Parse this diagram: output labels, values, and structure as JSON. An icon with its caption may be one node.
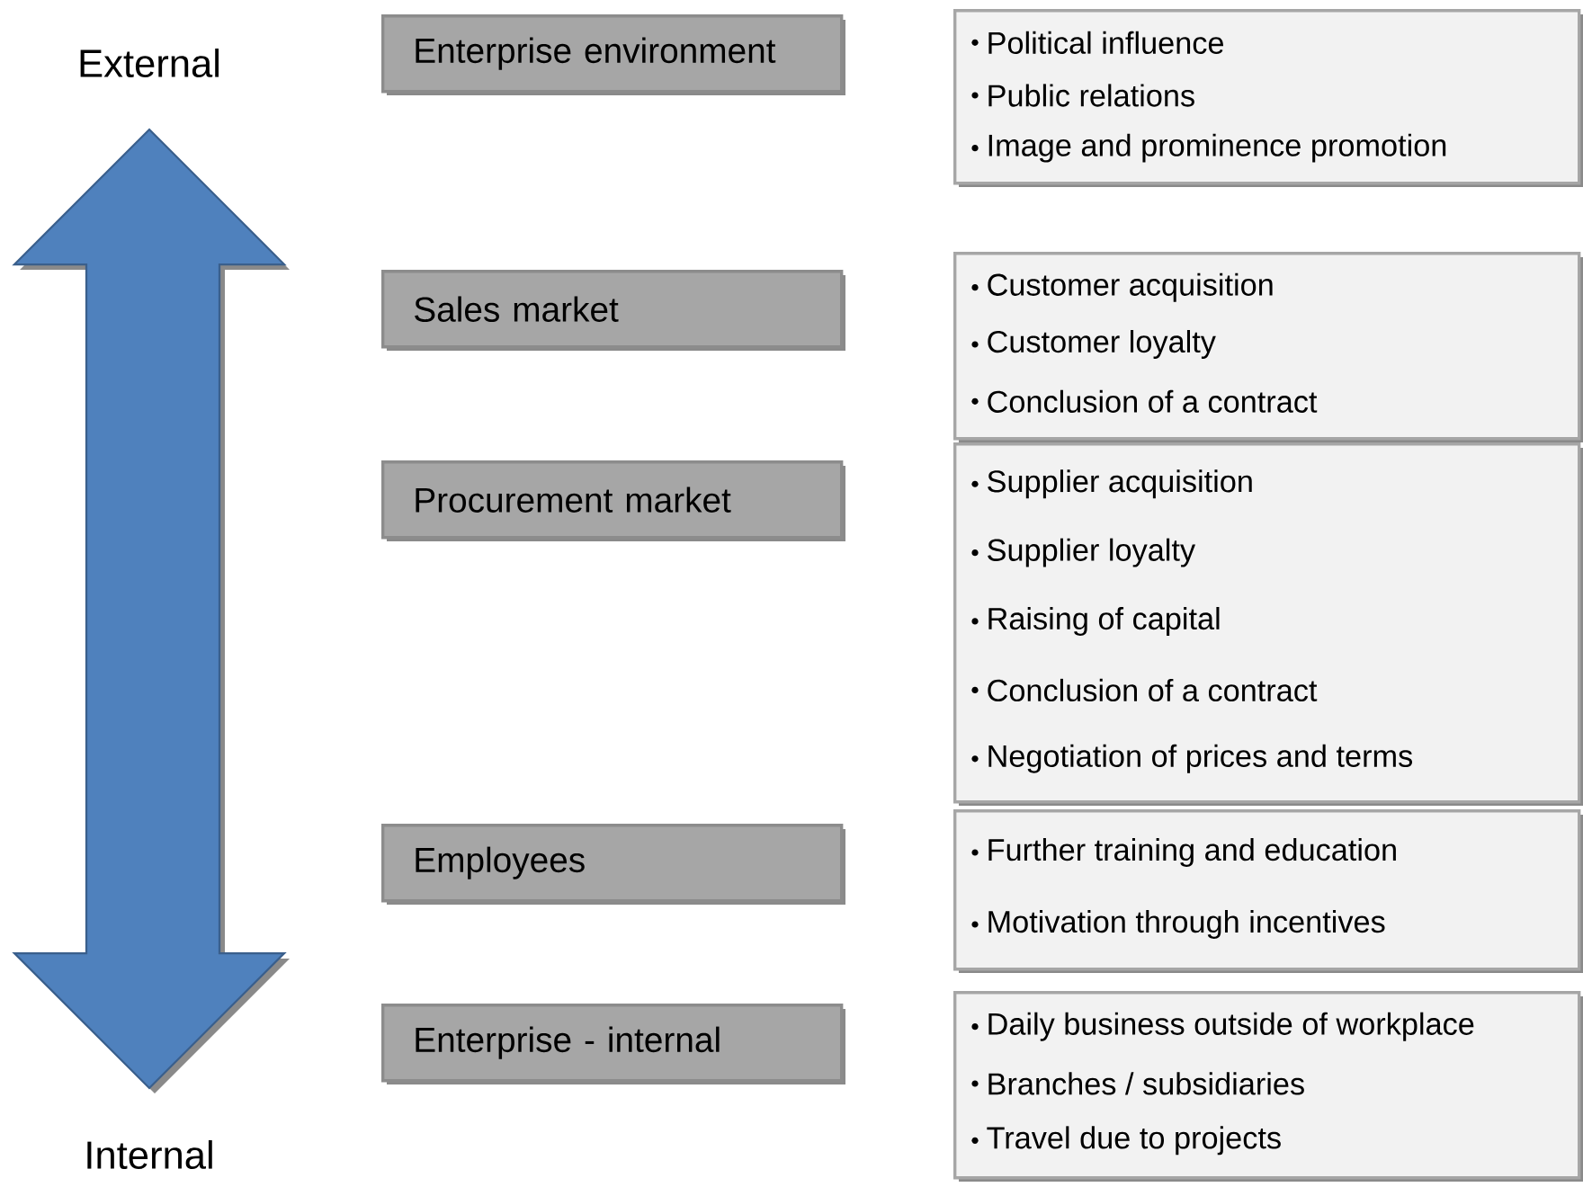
{
  "diagram": {
    "nodes": [
      {
        "text": [
          "Enterprise environment"
        ]
      },
      {
        "text": [
          "Political influence",
          "Public relations",
          "Image and prominence promotion"
        ]
      },
      {
        "text": [
          "Sales market"
        ]
      },
      {
        "text": [
          "Customer acquisition",
          "Customer loyalty",
          "Conclusion of a contract"
        ]
      },
      {
        "text": [
          "Procurement market"
        ]
      },
      {
        "text": [
          "Supplier acquisition",
          "Supplier loyalty",
          "Raising of capital",
          "Conclusion of a contract",
          "Negotiation of prices and terms"
        ]
      },
      {
        "text": [
          "Employees"
        ]
      },
      {
        "text": [
          "Further training and education",
          "Motivation through incentives"
        ]
      },
      {
        "text": [
          "Enterprise - internal"
        ]
      },
      {
        "text": [
          "Daily business outside of workplace",
          "Branches / subsidiaries",
          "Travel due to projects"
        ]
      }
    ],
    "labels": [
      "External",
      "Internal"
    ]
  }
}
